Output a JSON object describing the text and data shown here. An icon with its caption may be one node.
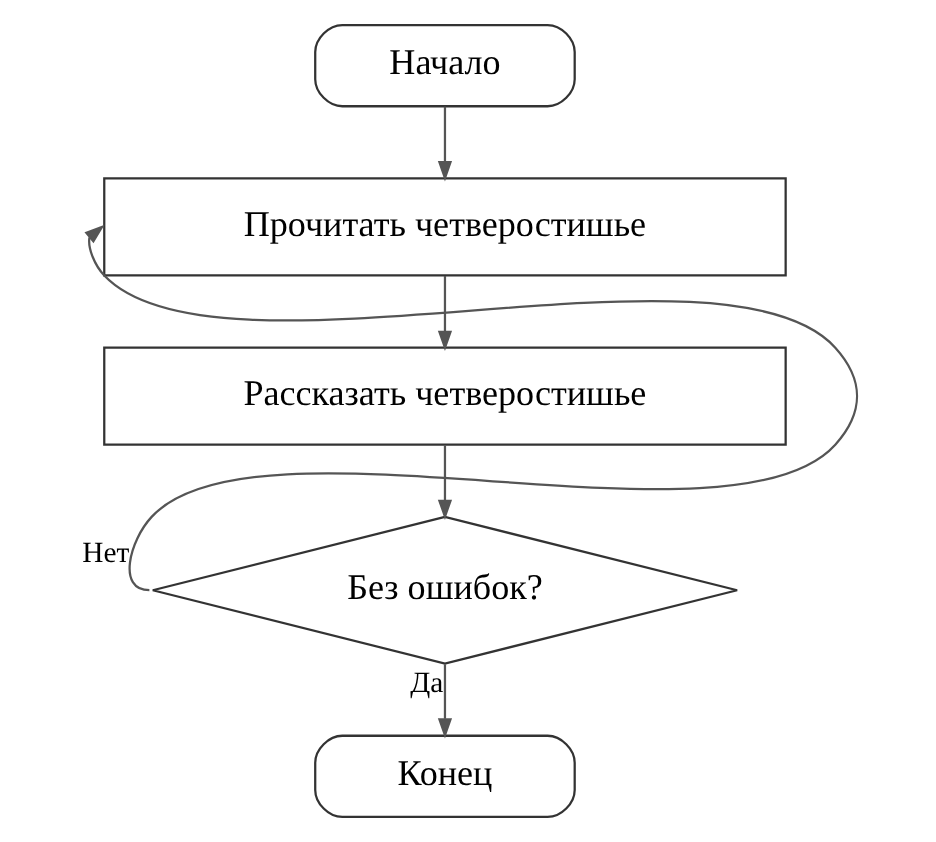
{
  "diagram": {
    "nodes": [
      {
        "text": [
          "Начало"
        ]
      },
      {
        "text": [
          "Прочитать четверостишье"
        ]
      },
      {
        "text": [
          "Рассказать четверостишье"
        ]
      },
      {
        "text": [
          "Без ошибок?"
        ]
      },
      {
        "text": [
          "Конец"
        ]
      }
    ],
    "edges": [
      {
        "from": 0,
        "to": 1,
        "arrow": "to"
      },
      {
        "from": 1,
        "to": 2,
        "arrow": "to"
      },
      {
        "from": 2,
        "to": 3,
        "arrow": "to"
      },
      {
        "from": 3,
        "to": 4,
        "arrow": "to",
        "label": "Да"
      },
      {
        "from": 3,
        "to": 1,
        "arrow": "to",
        "label": "Нет"
      }
    ]
  }
}
